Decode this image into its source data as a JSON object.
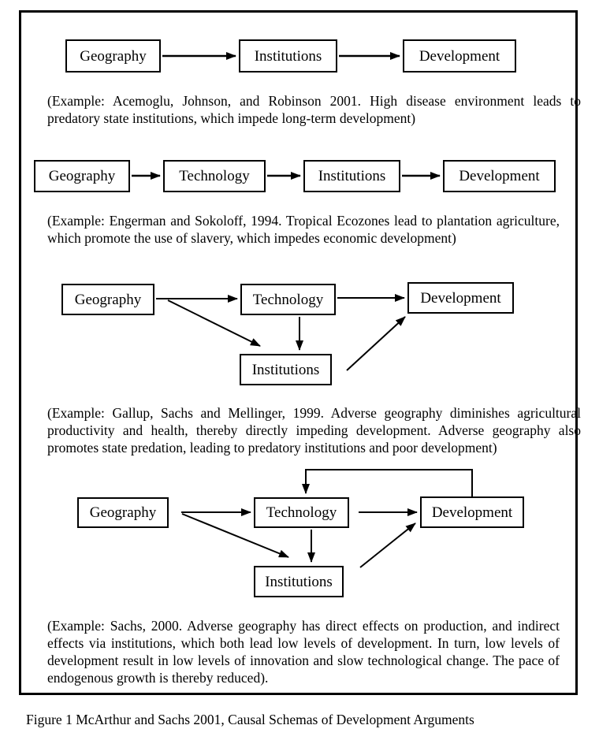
{
  "figure": {
    "caption": "Figure 1 McArthur and Sachs 2001, Causal Schemas of Development Arguments"
  },
  "diagrams": [
    {
      "name": "schema-1-geography-institutions-development",
      "nodes": {
        "geography": "Geography",
        "institutions": "Institutions",
        "development": "Development"
      },
      "edges": [
        "geography->institutions",
        "institutions->development"
      ],
      "example": "(Example: Acemoglu, Johnson, and Robinson 2001. High disease environment leads to predatory state institutions, which impede long-term development)"
    },
    {
      "name": "schema-2-geography-technology-institutions-development",
      "nodes": {
        "geography": "Geography",
        "technology": "Technology",
        "institutions": "Institutions",
        "development": "Development"
      },
      "edges": [
        "geography->technology",
        "technology->institutions",
        "institutions->development"
      ],
      "example": "(Example: Engerman and Sokoloff, 1994. Tropical Ecozones lead to plantation agriculture, which promote the use of slavery, which impedes economic development)"
    },
    {
      "name": "schema-3-multiple-paths",
      "nodes": {
        "geography": "Geography",
        "technology": "Technology",
        "development": "Development",
        "institutions": "Institutions"
      },
      "edges": [
        "geography->technology",
        "geography->institutions",
        "technology->institutions",
        "technology->development",
        "institutions->development"
      ],
      "example": "(Example: Gallup, Sachs and Mellinger, 1999. Adverse geography diminishes agricultural productivity and health, thereby directly impeding development. Adverse geography also promotes state predation, leading to predatory institutions and poor development)"
    },
    {
      "name": "schema-4-multiple-paths-with-feedback",
      "nodes": {
        "geography": "Geography",
        "technology": "Technology",
        "development": "Development",
        "institutions": "Institutions"
      },
      "edges": [
        "geography->technology",
        "geography->institutions",
        "technology->institutions",
        "technology->development",
        "institutions->development",
        "development->technology"
      ],
      "example": "(Example: Sachs, 2000. Adverse geography has direct effects on production, and indirect effects via institutions, which both lead low levels of development. In turn, low levels of development result in low levels of innovation and slow technological change. The pace of endogenous growth is thereby reduced)."
    }
  ]
}
